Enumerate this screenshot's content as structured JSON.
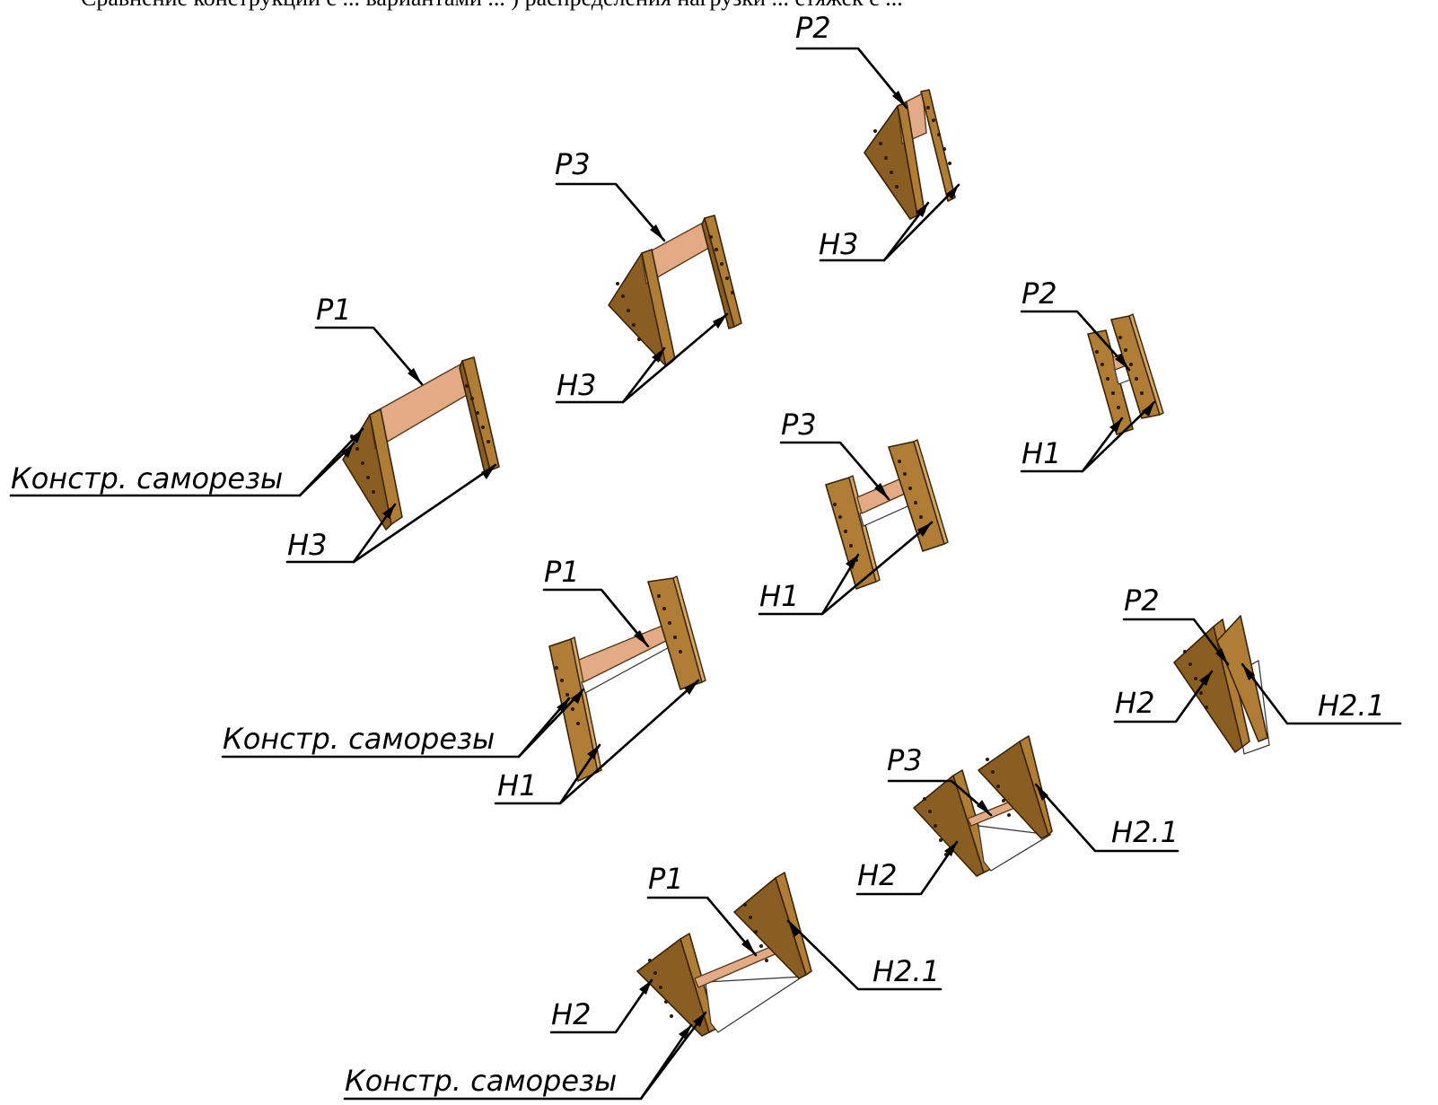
{
  "header_fragment": "Сравнение конструкции с ...      вариантами ... ) распределения нагрузки ... стяжек с ... ",
  "labels": {
    "r1": "P1",
    "r2": "P2",
    "r3": "P3",
    "h1": "H1",
    "h2": "H2",
    "h21": "H2.1",
    "h3": "H3",
    "screws": "Констр. саморезы"
  },
  "colors": {
    "plywood": "#b07d36",
    "rail": "#e2ab86",
    "line": "#000000"
  }
}
